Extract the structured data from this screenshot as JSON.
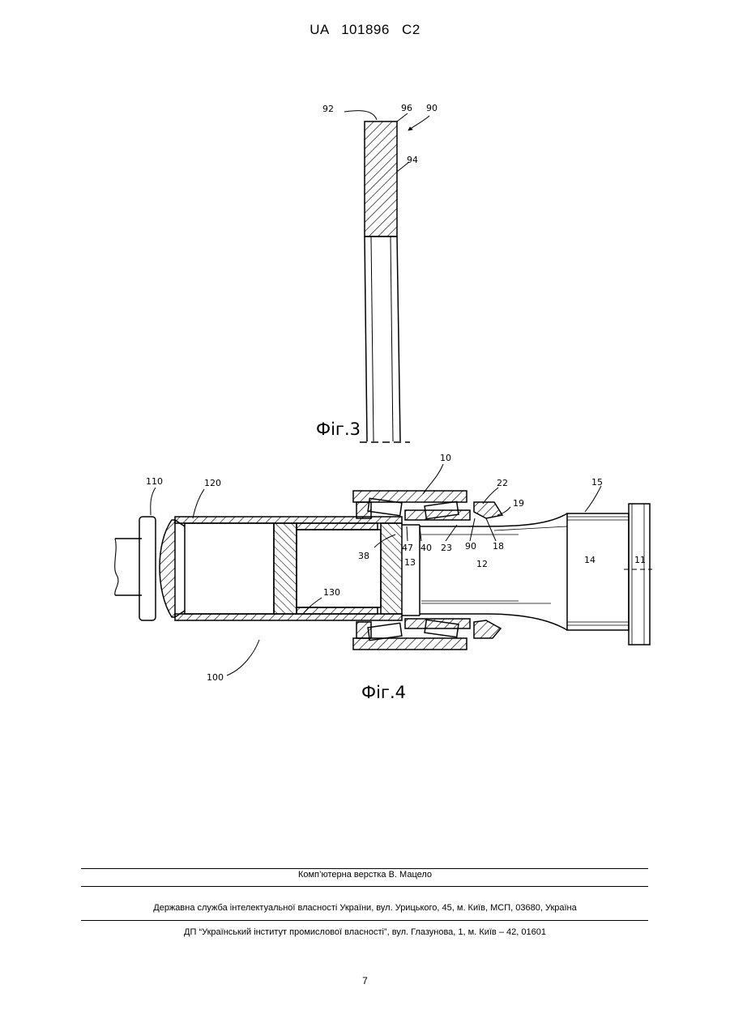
{
  "header": {
    "doc_id": "UA   101896   C2"
  },
  "fig3": {
    "caption": "Фіг.3",
    "labels": {
      "l92": "92",
      "l96": "96",
      "l90": "90",
      "l94": "94"
    }
  },
  "fig4": {
    "caption": "Фіг.4",
    "labels": {
      "l10": "10",
      "l22": "22",
      "l15": "15",
      "l19": "19",
      "l110": "110",
      "l120": "120",
      "l38": "38",
      "l47": "47",
      "l40": "40",
      "l23": "23",
      "l90": "90",
      "l18": "18",
      "l13": "13",
      "l12": "12",
      "l14": "14",
      "l11": "11",
      "l130": "130",
      "l100": "100"
    }
  },
  "footer": {
    "line1": "Комп’ютерна верстка В. Мацело",
    "line2": "Державна служба інтелектуальної власності України, вул. Урицького, 45, м. Київ, МСП, 03680, Україна",
    "line3": "ДП “Український інститут промислової власності”, вул. Глазунова, 1, м. Київ – 42, 01601"
  },
  "page_number": "7"
}
